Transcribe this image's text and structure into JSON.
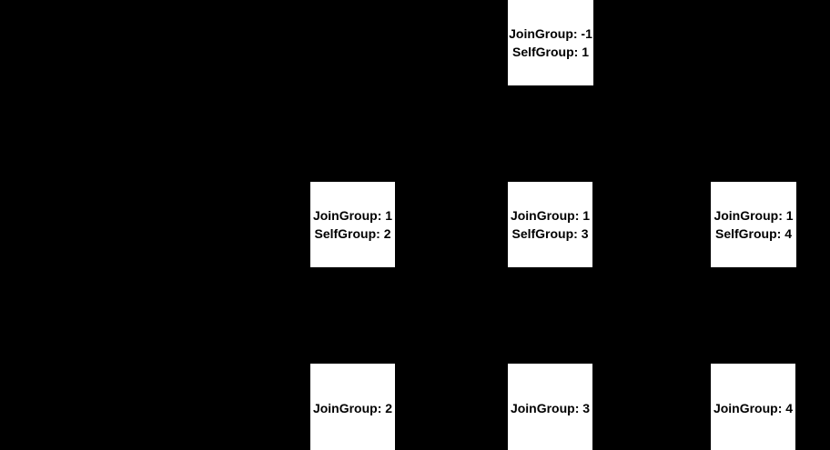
{
  "diagram": {
    "background_color": "#000000",
    "node_background_color": "#ffffff",
    "node_text_color": "#000000",
    "nodes": [
      {
        "id": "root",
        "lines": [
          "JoinGroup: -1",
          "SelfGroup: 1"
        ]
      },
      {
        "id": "child-1",
        "lines": [
          "JoinGroup: 1",
          "SelfGroup: 2"
        ]
      },
      {
        "id": "child-2",
        "lines": [
          "JoinGroup: 1",
          "SelfGroup: 3"
        ]
      },
      {
        "id": "child-3",
        "lines": [
          "JoinGroup: 1",
          "SelfGroup: 4"
        ]
      },
      {
        "id": "leaf-1",
        "lines": [
          "JoinGroup: 2"
        ]
      },
      {
        "id": "leaf-2",
        "lines": [
          "JoinGroup: 3"
        ]
      },
      {
        "id": "leaf-3",
        "lines": [
          "JoinGroup: 4"
        ]
      }
    ]
  }
}
